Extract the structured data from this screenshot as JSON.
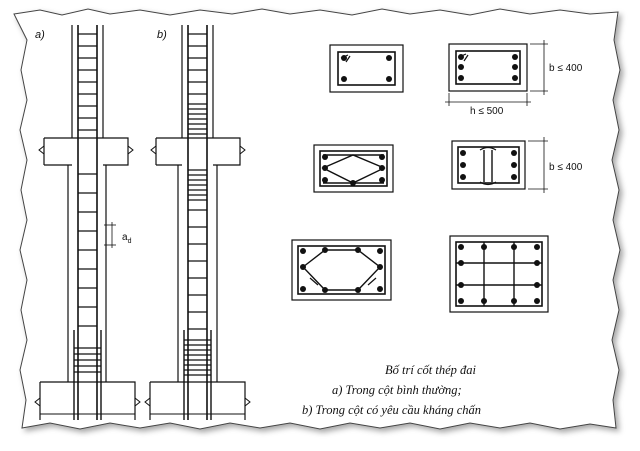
{
  "labels": {
    "panel_a": "a)",
    "panel_b": "b)",
    "spacing_main": "a",
    "spacing_sub": "d"
  },
  "dimensions": {
    "b_top": "b ≤ 400",
    "h_top": "h ≤ 500",
    "b_mid": "b ≤ 400"
  },
  "caption": {
    "title": "Bố trí cốt thép đai",
    "line_a": "a) Trong cột bình thường;",
    "line_b": "b) Trong cột có yêu cầu kháng chấn"
  }
}
